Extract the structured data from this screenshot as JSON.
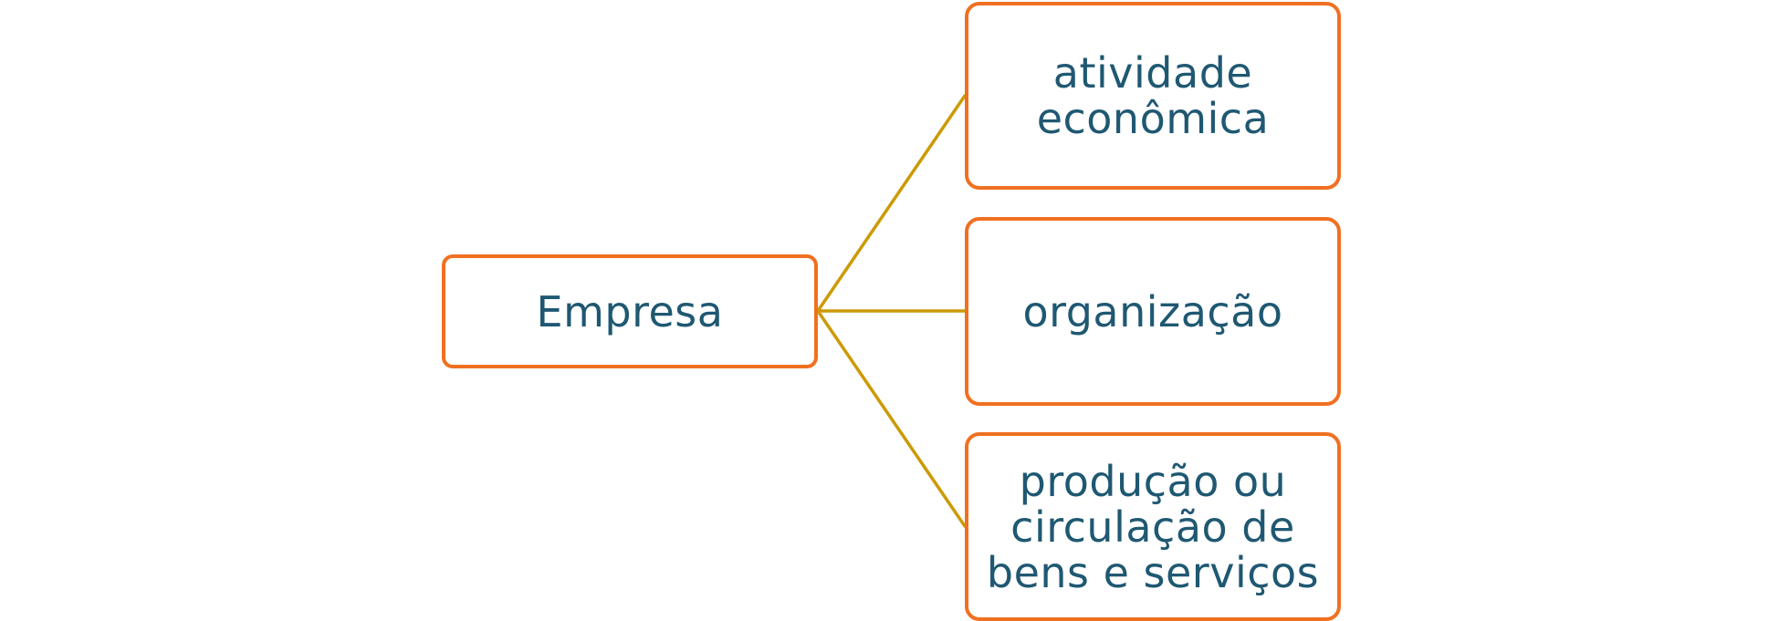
{
  "diagram": {
    "root": {
      "label": "Empresa"
    },
    "children": [
      {
        "label": "atividade econômica"
      },
      {
        "label": "organização"
      },
      {
        "label": "produção ou circulação de bens e serviços"
      }
    ]
  },
  "colors": {
    "box_border": "#f07021",
    "text": "#1f5872",
    "connector": "#cc9a06",
    "background": "#ffffff"
  }
}
